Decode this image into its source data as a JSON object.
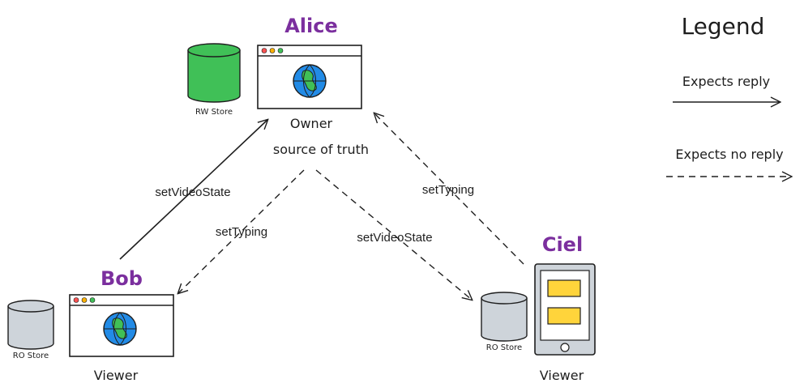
{
  "legend": {
    "title": "Legend",
    "reply_label": "Expects reply",
    "no_reply_label": "Expects no reply"
  },
  "nodes": {
    "alice": {
      "name": "Alice",
      "role": "Owner",
      "role_sub": "source of truth",
      "store": "RW Store"
    },
    "bob": {
      "name": "Bob",
      "role": "Viewer",
      "store": "RO Store"
    },
    "ciel": {
      "name": "Ciel",
      "role": "Viewer",
      "store": "RO Store"
    }
  },
  "edges": [
    {
      "id": "bob-to-alice",
      "label": "setVideoState",
      "style": "solid"
    },
    {
      "id": "alice-to-bob",
      "label": "setTyping",
      "style": "dashed"
    },
    {
      "id": "alice-to-ciel",
      "label": "setVideoState",
      "style": "dashed"
    },
    {
      "id": "ciel-to-alice",
      "label": "setTyping",
      "style": "dashed"
    }
  ],
  "colors": {
    "rw_store": "#40c057",
    "ro_store": "#ced4da",
    "name": "#7b2f9e",
    "globe_ocean": "#228be6",
    "globe_land": "#40c057",
    "tablet_card": "#ffd43b"
  }
}
